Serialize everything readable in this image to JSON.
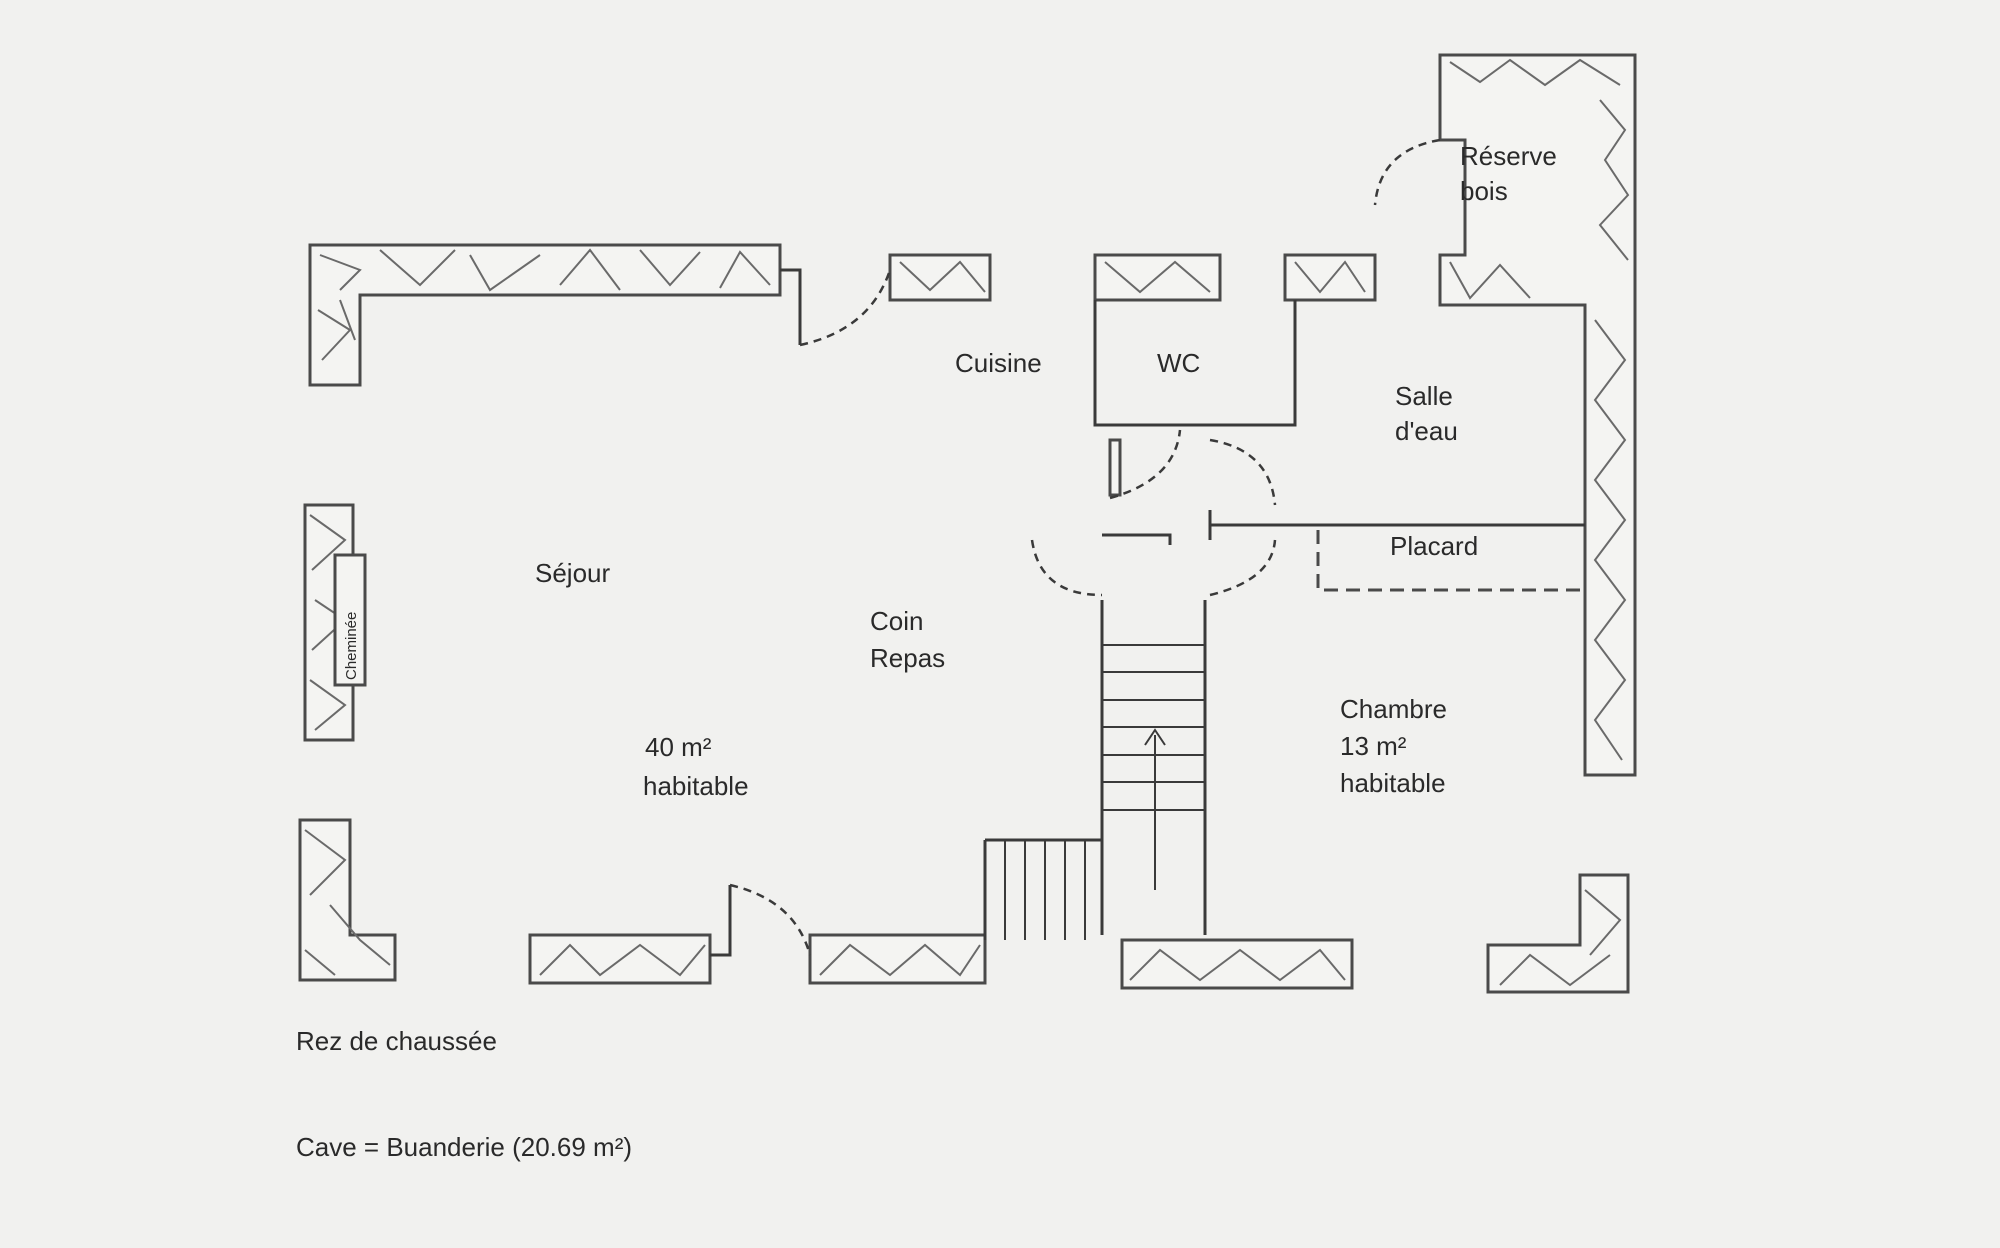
{
  "rooms": {
    "reserve_bois": [
      "Réserve",
      "bois"
    ],
    "cuisine": "Cuisine",
    "wc": "WC",
    "salle_eau": [
      "Salle",
      "d'eau"
    ],
    "placard": "Placard",
    "sejour": "Séjour",
    "coin_repas": [
      "Coin",
      "Repas"
    ],
    "sejour_area": [
      "40 m²",
      "habitable"
    ],
    "chambre": [
      "Chambre",
      "13 m²",
      "habitable"
    ],
    "cheminee": "Cheminée"
  },
  "captions": {
    "floor": "Rez de chaussée",
    "basement": "Cave = Buanderie (20.69 m²)"
  },
  "colors": {
    "background": "#f1f1ef",
    "wall_stroke": "#4a4a4a",
    "text": "#2a2a2a"
  }
}
